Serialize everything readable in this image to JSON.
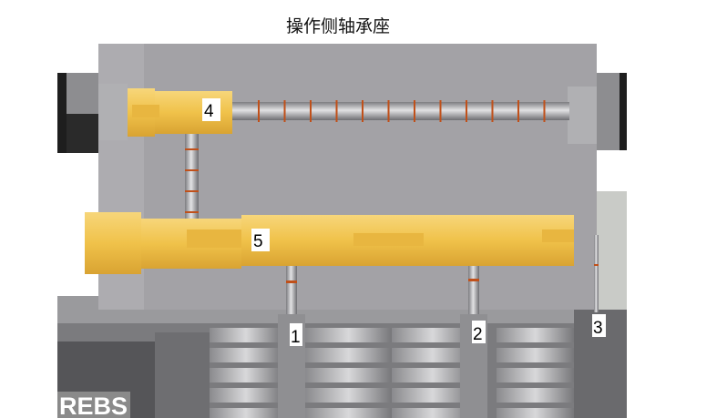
{
  "title": "操作侧轴承座",
  "labels": {
    "l1": "1",
    "l2": "2",
    "l3": "3",
    "l4": "4",
    "l5": "5"
  },
  "watermark": "REBS",
  "colors": {
    "block": "#a3a2a6",
    "brass": "#f0c24a",
    "ring": "#c0501a",
    "dark": "#2a2a2a"
  }
}
